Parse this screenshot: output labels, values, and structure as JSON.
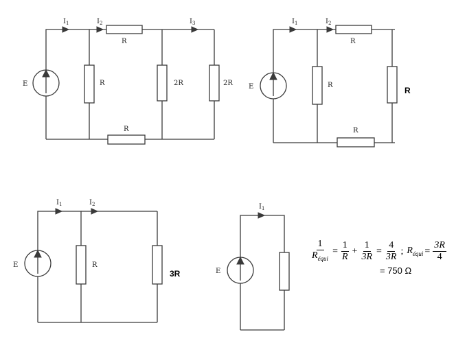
{
  "circuit1": {
    "source": "E",
    "currents": [
      "I1",
      "I2",
      "I3"
    ],
    "r_top": "R",
    "r_shunt": "R",
    "r_mid": "2R",
    "r_right": "2R",
    "r_bottom": "R"
  },
  "circuit2": {
    "source": "E",
    "currents": [
      "I1",
      "I2"
    ],
    "r_top": "R",
    "r_shunt": "R",
    "r_bottom": "R",
    "r_right": "R"
  },
  "circuit3": {
    "source": "E",
    "currents": [
      "I1",
      "I2"
    ],
    "r_shunt": "R",
    "r_right": "3R"
  },
  "circuit4": {
    "source": "E",
    "currents": [
      "I1"
    ]
  },
  "formula": {
    "one": "1",
    "r_equi": "R",
    "equi_sub": "équi",
    "r": "R",
    "three_r": "3R",
    "four": "4",
    "sep": ";",
    "result": "= 750 Ω"
  }
}
